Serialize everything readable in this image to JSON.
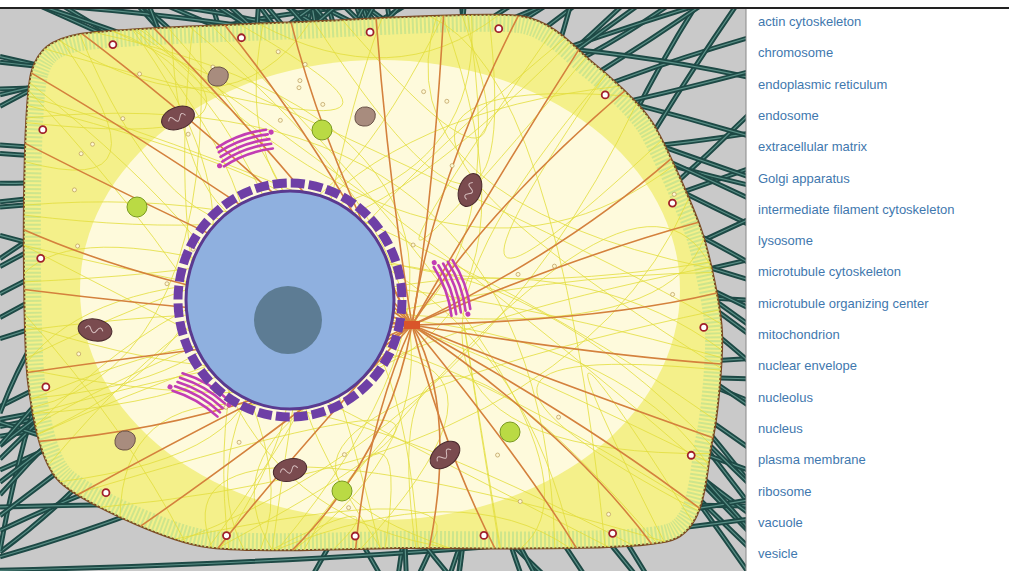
{
  "diagram": {
    "labels": [
      "actin cytoskeleton",
      "chromosome",
      "endoplasmic reticulum",
      "endosome",
      "extracellular matrix",
      "Golgi apparatus",
      "intermediate filament cytoskeleton",
      "lysosome",
      "microtubule cytoskeleton",
      "microtubule organizing center",
      "mitochondrion",
      "nuclear envelope",
      "nucleolus",
      "nucleus",
      "plasma membrane",
      "ribosome",
      "vacuole",
      "vesicle"
    ]
  }
}
